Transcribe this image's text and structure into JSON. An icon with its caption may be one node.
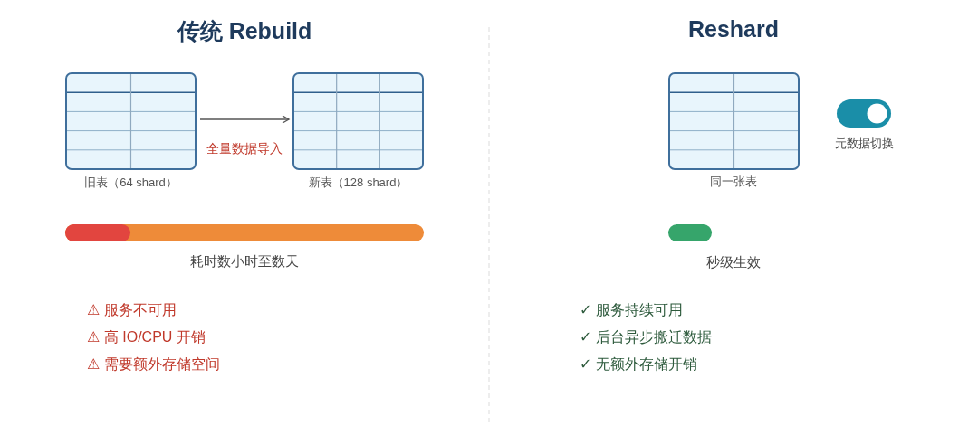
{
  "diagram": {
    "nodes": [
      {
        "text": [],
        "shape": "picture",
        "beside": [
          "旧表（64 shard）"
        ]
      },
      {
        "text": [],
        "shape": "picture",
        "beside": [
          "新表（128 shard）"
        ]
      }
    ],
    "edges": [
      {
        "from": 0,
        "to": 1,
        "arrow": "to",
        "label": "全量数据导入"
      }
    ],
    "labels": [
      "传统 Rebuild",
      "Reshard",
      "同一张表",
      "元数据切换",
      "耗时数小时至数天",
      "秒级生效",
      "⚠ 服务不可用",
      "⚠ 高 IO/CPU 开销",
      "⚠ 需要额外存储空间",
      "✓ 服务持续可用",
      "✓ 后台异步搬迁数据",
      "✓ 无额外存储开销"
    ]
  }
}
